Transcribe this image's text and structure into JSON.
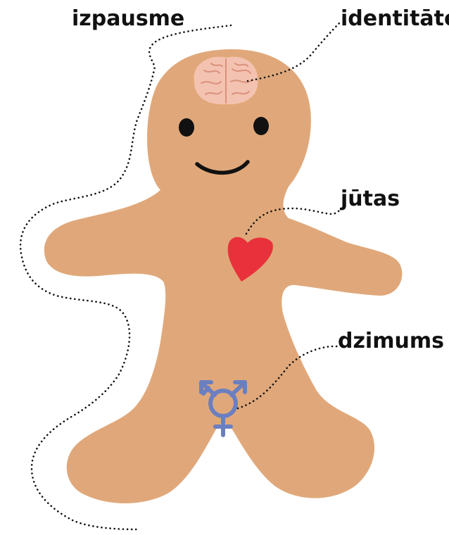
{
  "labels": {
    "expression": "izpausme",
    "identity": "identitāte",
    "feelings": "jūtas",
    "sex": "dzimums"
  },
  "colors": {
    "body": "#e0a87a",
    "brain": "#f4c2b0",
    "brain_lines": "#d9917c",
    "heart": "#e8313a",
    "symbol": "#6a7fc0",
    "ink": "#111111",
    "dotted_line": "#111111"
  },
  "icons": {
    "brain": "brain-icon",
    "heart": "heart-icon",
    "symbol": "transgender-symbol-icon"
  }
}
